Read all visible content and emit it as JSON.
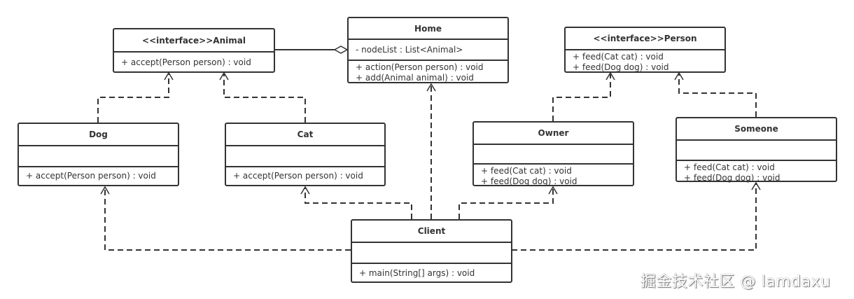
{
  "classes": {
    "animal": {
      "title": "<<interface>>Animal",
      "methods": [
        "+ accept(Person person) : void"
      ]
    },
    "home": {
      "title": "Home",
      "attributes": [
        "- nodeList : List<Animal>"
      ],
      "methods": [
        "+ action(Person person) : void",
        "+ add(Animal animal) : void"
      ]
    },
    "person": {
      "title": "<<interface>>Person",
      "methods": [
        "+ feed(Cat cat) : void",
        "+ feed(Dog dog) : void"
      ]
    },
    "dog": {
      "title": "Dog",
      "methods": [
        "+ accept(Person person) : void"
      ]
    },
    "cat": {
      "title": "Cat",
      "methods": [
        "+ accept(Person person) : void"
      ]
    },
    "owner": {
      "title": "Owner",
      "methods": [
        "+ feed(Cat cat) : void",
        "+ feed(Dog dog) : void"
      ]
    },
    "someone": {
      "title": "Someone",
      "methods": [
        "+ feed(Cat cat) : void",
        "+ feed(Dog dog) : void"
      ]
    },
    "client": {
      "title": "Client",
      "methods": [
        "+ main(String[] args) : void"
      ]
    }
  },
  "watermark": "掘金技术社区 @ lamdaxu",
  "colors": {
    "stroke": "#333333",
    "background": "#ffffff"
  }
}
